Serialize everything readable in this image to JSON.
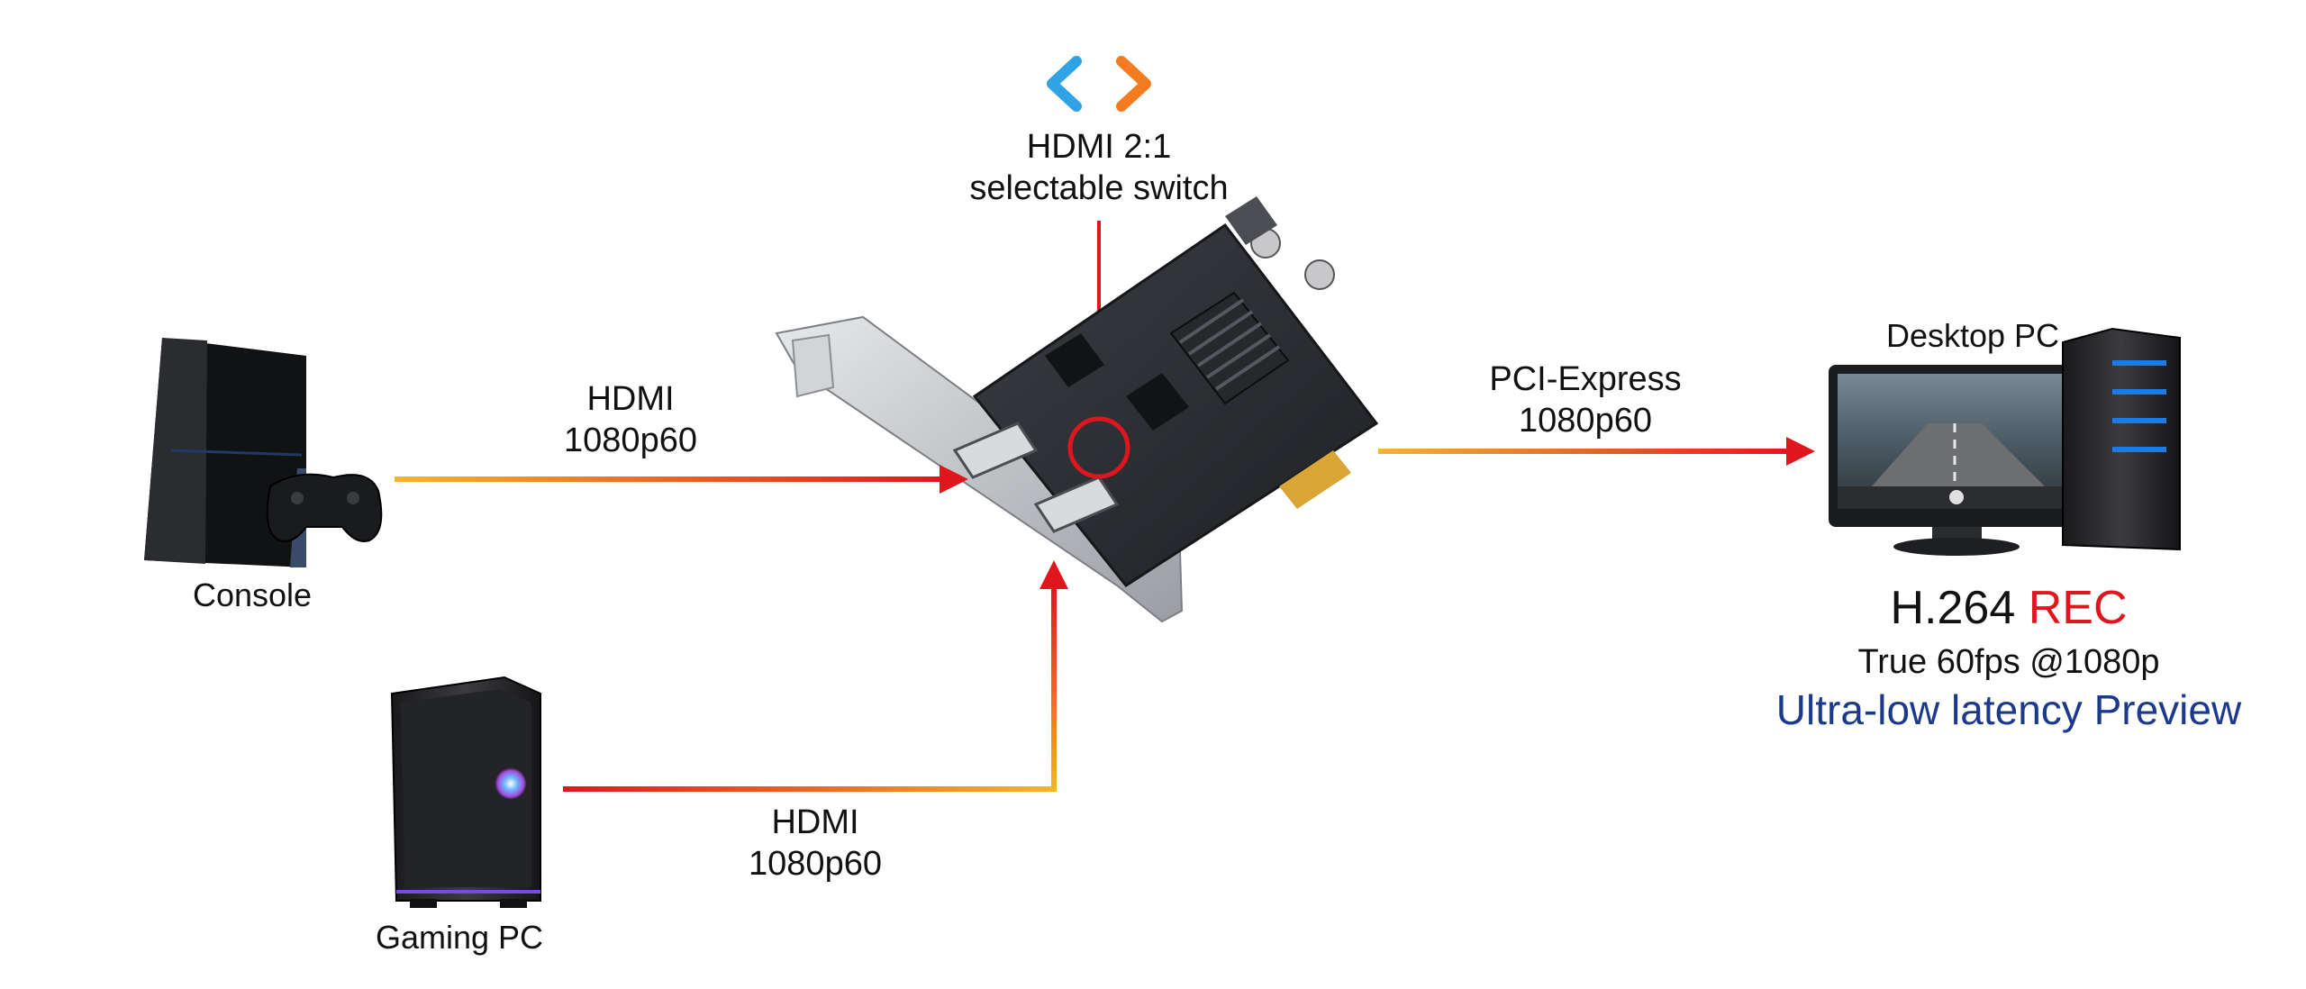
{
  "switch": {
    "title_line1": "HDMI 2:1",
    "title_line2": "selectable switch"
  },
  "links": {
    "console_hdmi": {
      "line1": "HDMI",
      "line2": "1080p60"
    },
    "pc_hdmi": {
      "line1": "HDMI",
      "line2": "1080p60"
    },
    "pcie": {
      "line1": "PCI-Express",
      "line2": "1080p60"
    }
  },
  "devices": {
    "console": "Console",
    "gaming_pc": "Gaming PC",
    "desktop_pc": "Desktop PC"
  },
  "features": {
    "codec": "H.264",
    "rec": "REC",
    "fps": "True 60fps @1080p",
    "preview": "Ultra-low latency Preview"
  },
  "colors": {
    "arrow_start": "#f5b52a",
    "arrow_end": "#e0161e",
    "preview_blue": "#1b3a8e",
    "rec_red": "#e0161e",
    "swap_blue": "#2fa3e6",
    "swap_orange": "#f47b20"
  }
}
